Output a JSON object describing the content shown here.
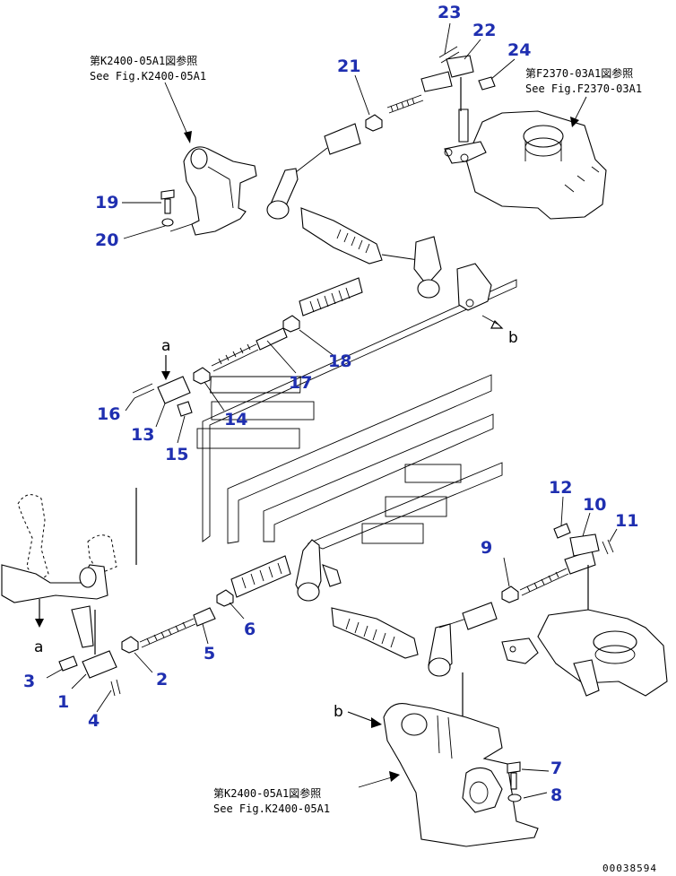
{
  "references": {
    "top_left": {
      "jp": "第K2400-05A1図参照",
      "en": "See Fig.K2400-05A1"
    },
    "top_right": {
      "jp": "第F2370-03A1図参照",
      "en": "See Fig.F2370-03A1"
    },
    "bottom": {
      "jp": "第K2400-05A1図参照",
      "en": "See Fig.K2400-05A1"
    }
  },
  "callouts": [
    "1",
    "2",
    "3",
    "4",
    "5",
    "6",
    "7",
    "8",
    "9",
    "10",
    "11",
    "12",
    "13",
    "14",
    "15",
    "16",
    "17",
    "18",
    "19",
    "20",
    "21",
    "22",
    "23",
    "24"
  ],
  "view_markers": {
    "a": "a",
    "b": "b"
  },
  "drawing_code": "00038594",
  "colors": {
    "callout": "#1f2fb0",
    "line": "#000000"
  }
}
